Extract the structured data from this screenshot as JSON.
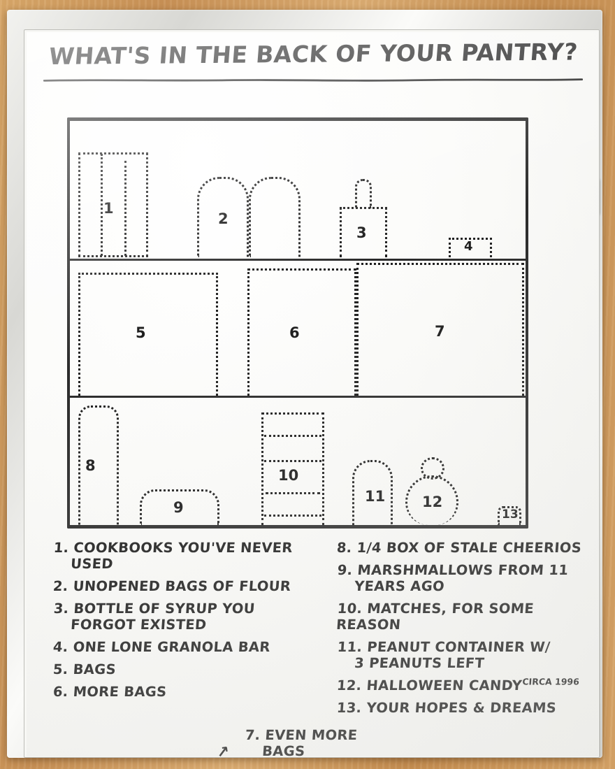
{
  "board": {
    "title": "WHAT'S IN THE BACK OF YOUR PANTRY?",
    "surface_color": "#f9f9f6",
    "ink_color": "#1d1d1d",
    "frame_color": "#e2e2de",
    "wall_color": "#cf9a5e"
  },
  "diagram": {
    "name": "pantry-shelf-unit",
    "shelves": [
      {
        "name": "top-shelf",
        "items": [
          {
            "number": "1",
            "shape": "stack-of-books",
            "label": "Cookbooks you've never used"
          },
          {
            "number": "2",
            "shape": "two-flour-bags",
            "label": "Unopened bags of flour"
          },
          {
            "number": "3",
            "shape": "syrup-bottle",
            "label": "Bottle of syrup"
          },
          {
            "number": "4",
            "shape": "granola-bar",
            "label": "One lone granola bar"
          }
        ]
      },
      {
        "name": "middle-shelf",
        "items": [
          {
            "number": "5",
            "shape": "big-bag",
            "label": "Bags"
          },
          {
            "number": "6",
            "shape": "big-bag",
            "label": "More bags"
          },
          {
            "number": "7",
            "shape": "big-bag",
            "label": "Even more bags"
          }
        ]
      },
      {
        "name": "bottom-shelf",
        "items": [
          {
            "number": "8",
            "shape": "cereal-box",
            "label": "1/4 box of stale Cheerios"
          },
          {
            "number": "9",
            "shape": "low-bag",
            "label": "Marshmallows"
          },
          {
            "number": "10",
            "shape": "stacked-matchboxes",
            "label": "Matches"
          },
          {
            "number": "11",
            "shape": "peanut-jar",
            "label": "Peanut container"
          },
          {
            "number": "12",
            "shape": "candy-bag",
            "label": "Halloween candy"
          },
          {
            "number": "13",
            "shape": "tiny-corner-speck",
            "label": "Your hopes & dreams"
          }
        ]
      }
    ]
  },
  "legend": {
    "arrow_glyph": "↗",
    "left_column": [
      {
        "num": "1.",
        "line1": "COOKBOOKS YOU'VE NEVER",
        "line2": "USED"
      },
      {
        "num": "2.",
        "line1": "UNOPENED BAGS OF FLOUR",
        "line2": ""
      },
      {
        "num": "3.",
        "line1": "BOTTLE OF SYRUP YOU",
        "line2": "FORGOT EXISTED"
      },
      {
        "num": "4.",
        "line1": "ONE LONE GRANOLA BAR",
        "line2": ""
      },
      {
        "num": "5.",
        "line1": "BAGS",
        "line2": ""
      },
      {
        "num": "6.",
        "line1": "MORE BAGS",
        "line2": ""
      },
      {
        "num": "7.",
        "line1": "EVEN MORE",
        "line2": "BAGS"
      }
    ],
    "right_column": [
      {
        "num": "8.",
        "line1": "1/4 BOX OF STALE CHEERIOS",
        "line2": ""
      },
      {
        "num": "9.",
        "line1": "MARSHMALLOWS FROM 11",
        "line2": "YEARS AGO"
      },
      {
        "num": "10.",
        "line1": "MATCHES, FOR SOME REASON",
        "line2": ""
      },
      {
        "num": "11.",
        "line1": "PEANUT CONTAINER W/",
        "line2": "3 PEANUTS LEFT"
      },
      {
        "num": "12.",
        "line1": "HALLOWEEN CANDY",
        "line2": "",
        "superscript": "CIRCA 1996"
      },
      {
        "num": "13.",
        "line1": "YOUR HOPES & DREAMS",
        "line2": ""
      }
    ]
  }
}
